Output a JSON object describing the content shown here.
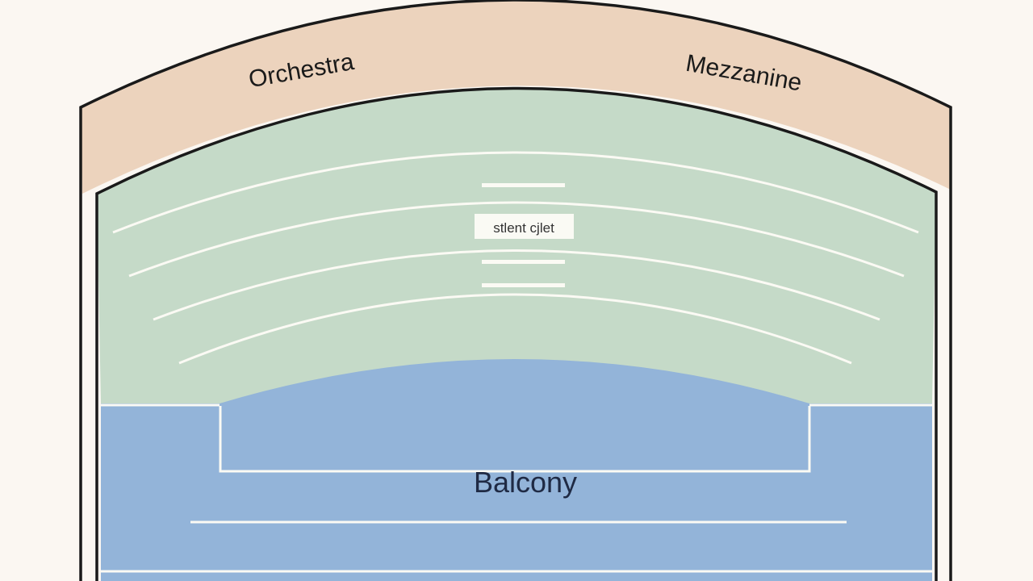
{
  "diagram": {
    "upper_band": {
      "left_label": "Orchestra",
      "right_label": "Mezzanine"
    },
    "middle_section": {
      "center_label": "stlent cjlet"
    },
    "lower_section": {
      "label": "Balcony"
    }
  },
  "colors": {
    "background": "#fbf7f2",
    "upper_band": "#ecd3bd",
    "middle_section": "#c5dac8",
    "lower_section": "#93b4d9",
    "outline": "#1a1a1a",
    "row_lines": "#fbfaf4",
    "label_text": "#1f2a44"
  }
}
